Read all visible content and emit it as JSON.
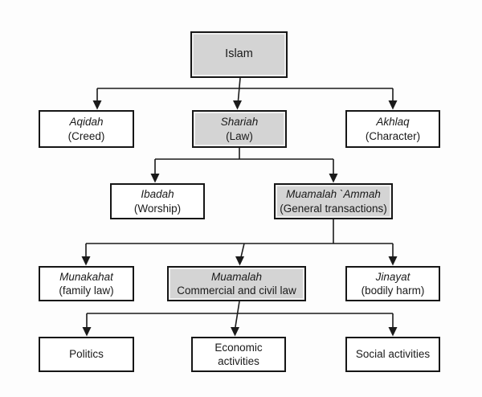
{
  "diagram_title": "Islam / Shariah classification flowchart",
  "colors": {
    "highlight_fill": "#d4d4d4",
    "plain_fill": "#ffffff",
    "border": "#161616",
    "connector": "#1a1a1a",
    "background": "#fdfdfd"
  },
  "nodes": {
    "islam": {
      "line1": "Islam"
    },
    "aqidah": {
      "line1": "Aqidah",
      "line2": "(Creed)"
    },
    "shariah": {
      "line1": "Shariah",
      "line2": "(Law)"
    },
    "akhlaq": {
      "line1": "Akhlaq",
      "line2": "(Character)"
    },
    "ibadah": {
      "line1": "Ibadah",
      "line2": "(Worship)"
    },
    "muamalah_ammah": {
      "line1": "Muamalah `Ammah",
      "line2": "(General transactions)"
    },
    "munakahat": {
      "line1": "Munakahat",
      "line2": "(family law)"
    },
    "muamalah": {
      "line1": "Muamalah",
      "line2": "Commercial and civil law"
    },
    "jinayat": {
      "line1": "Jinayat",
      "line2": "(bodily harm)"
    },
    "politics": {
      "line1": "Politics"
    },
    "economic": {
      "line1": "Economic",
      "line2": "activities"
    },
    "social": {
      "line1": "Social activities"
    }
  }
}
